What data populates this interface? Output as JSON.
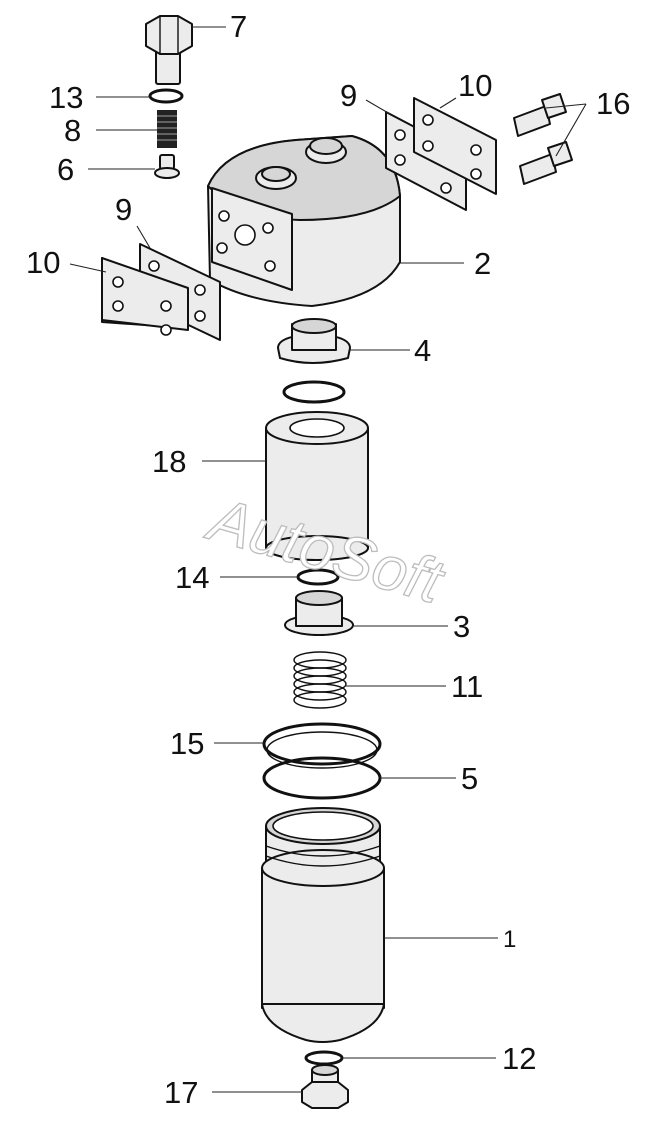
{
  "watermark": "AutoSoft",
  "callouts": {
    "c7": "7",
    "c13": "13",
    "c8": "8",
    "c6": "6",
    "c9_top": "9",
    "c10_top": "10",
    "c16": "16",
    "c9_left": "9",
    "c10_left": "10",
    "c2": "2",
    "c4": "4",
    "c18": "18",
    "c14": "14",
    "c3": "3",
    "c11": "11",
    "c15": "15",
    "c5": "5",
    "c1": "1",
    "c12": "12",
    "c17": "17"
  }
}
